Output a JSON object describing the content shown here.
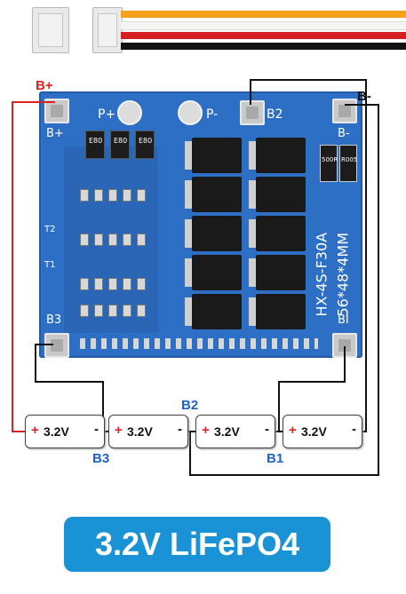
{
  "harness": {
    "wire_colors": [
      "#f7a21b",
      "#ffffff",
      "#d61f1f",
      "#111111"
    ]
  },
  "board": {
    "silkscreen": {
      "p_plus": "P+",
      "p_minus": "P-",
      "b2": "B2",
      "b_plus": "B+",
      "b_minus": "B-",
      "b3": "B3",
      "bi": "BI",
      "model": "HX-4S-F30A",
      "size": "56*48*4MM",
      "t2": "T2",
      "t1": "T1",
      "chip1": "E80",
      "chip2": "E80",
      "chip3": "E80",
      "res1": "500R",
      "res2": "R005"
    }
  },
  "labels": {
    "b_plus": "B+",
    "b_minus": "B-",
    "b2": "B2",
    "b3": "B3",
    "b1": "B1"
  },
  "cells": [
    {
      "plus": "+",
      "voltage": "3.2V",
      "minus": "-"
    },
    {
      "plus": "+",
      "voltage": "3.2V",
      "minus": "-"
    },
    {
      "plus": "+",
      "voltage": "3.2V",
      "minus": "-"
    },
    {
      "plus": "+",
      "voltage": "3.2V",
      "minus": "-"
    }
  ],
  "banner": {
    "text": "3.2V LiFePO4"
  },
  "colors": {
    "board": "#2c6fc4",
    "banner": "#1a93d6",
    "b_plus_red": "#e02020",
    "wire_black": "#111111"
  }
}
